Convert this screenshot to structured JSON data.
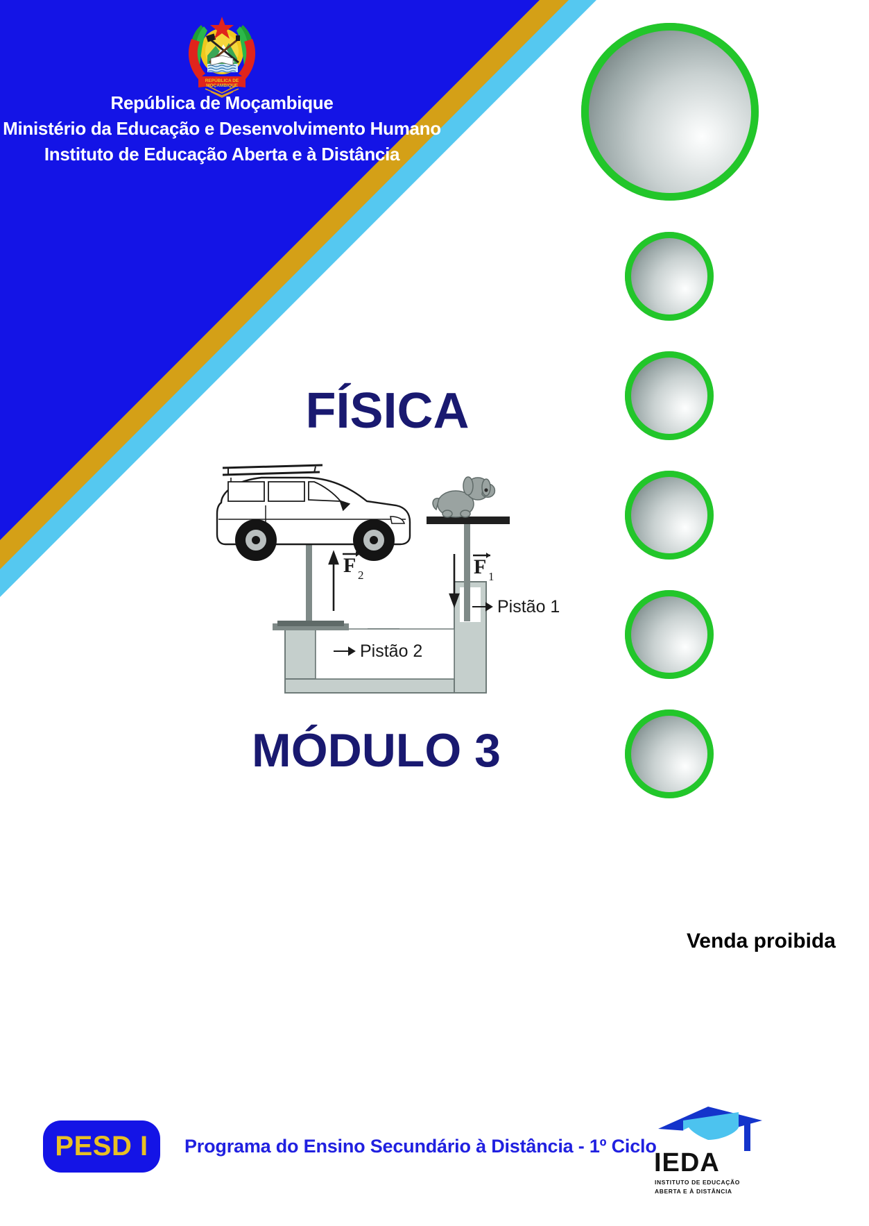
{
  "document": {
    "type": "textbook-cover",
    "language": "pt-MZ"
  },
  "header": {
    "emblem_name": "mozambique-coat-of-arms",
    "line1": "República de Moçambique",
    "line2": "Ministério da Educação e Desenvolvimento Humano",
    "line3": "Instituto de Educação Aberta e à Distância"
  },
  "main": {
    "subject_title": "FÍSICA",
    "module_title": "MÓDULO 3"
  },
  "diagram": {
    "name": "hydraulic-press-diagram",
    "label_force_large": "F",
    "label_force_large_sub": "2",
    "label_force_small": "F",
    "label_force_small_sub": "1",
    "label_piston_1": "Pistão 1",
    "label_piston_2": "Pistão 2",
    "object_left": "car",
    "object_right": "dog"
  },
  "notice": {
    "text": "Venda proibida"
  },
  "footer": {
    "badge_label": "PESD I",
    "tagline": "Programa do Ensino Secundário à Distância - 1º Ciclo",
    "logo": {
      "name": "ieda-logo",
      "wordmark": "IEDA",
      "sub_line1": "INSTITUTO DE EDUCAÇÃO",
      "sub_line2": "ABERTA E À DISTÂNCIA"
    }
  },
  "decor": {
    "spheres_count": 6,
    "sphere_ring_color": "#22c62a",
    "banner_blue": "#1414e6",
    "banner_gold": "#d4a017",
    "banner_cyan": "#55c8f0",
    "title_color": "#191970",
    "badge_bg": "#1414e6",
    "badge_text_color": "#e8c024",
    "tagline_color": "#2020e0"
  }
}
